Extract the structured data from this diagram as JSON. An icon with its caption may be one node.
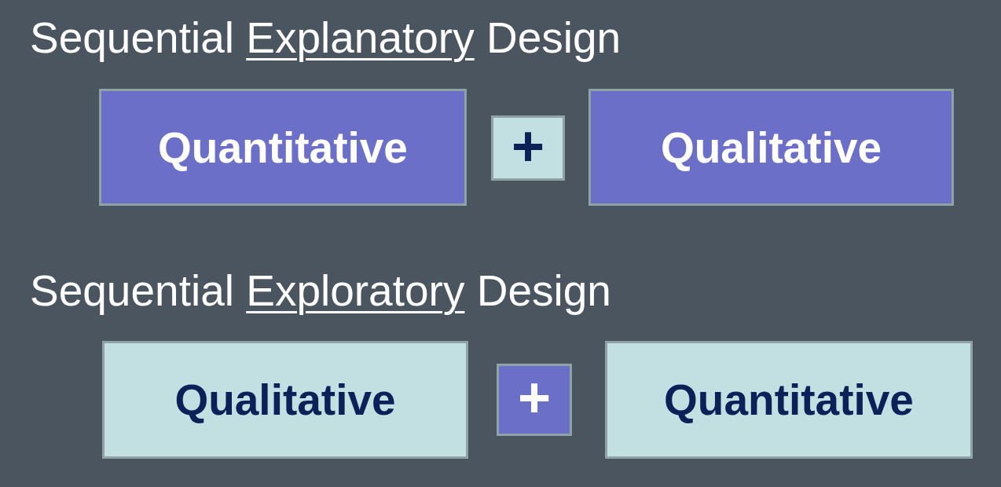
{
  "diagram": {
    "nodes": [
      {
        "text": [
          "Quantitative"
        ]
      },
      {
        "text": [
          "+"
        ]
      },
      {
        "text": [
          "Qualitative"
        ]
      },
      {
        "text": [
          "Qualitative"
        ]
      },
      {
        "text": [
          "+"
        ]
      },
      {
        "text": [
          "Quantitative"
        ]
      }
    ],
    "labels": [
      "Sequential Explanatory Design",
      "Sequential Exploratory Design"
    ]
  }
}
